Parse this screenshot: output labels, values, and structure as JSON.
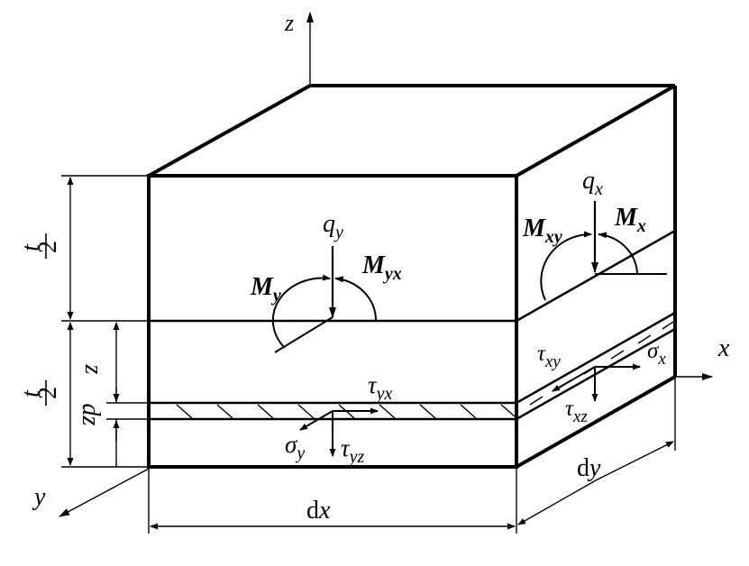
{
  "axes": {
    "x": "x",
    "y": "y",
    "z": "z"
  },
  "dims": {
    "t": "t",
    "two": "2",
    "dz": "dz",
    "z": "z",
    "dx": "dx",
    "dx_d": "d",
    "dx_x": "x",
    "dy_d": "d",
    "dy_y": "y"
  },
  "front": {
    "q_base": "q",
    "q_sub": "y",
    "My_base": "M",
    "My_sub": "y",
    "Myx_base": "M",
    "Myx_sub": "yx",
    "tau_yx_base": "τ",
    "tau_yx_sub": "yx",
    "sigma_y_base": "σ",
    "sigma_y_sub": "y",
    "tau_yz_base": "τ",
    "tau_yz_sub": "yz"
  },
  "side": {
    "q_base": "q",
    "q_sub": "x",
    "Mxy_base": "M",
    "Mxy_sub": "xy",
    "Mx_base": "M",
    "Mx_sub": "x",
    "tau_xy_base": "τ",
    "tau_xy_sub": "xy",
    "sigma_x_base": "σ",
    "sigma_x_sub": "x",
    "tau_xz_base": "τ",
    "tau_xz_sub": "xz"
  }
}
